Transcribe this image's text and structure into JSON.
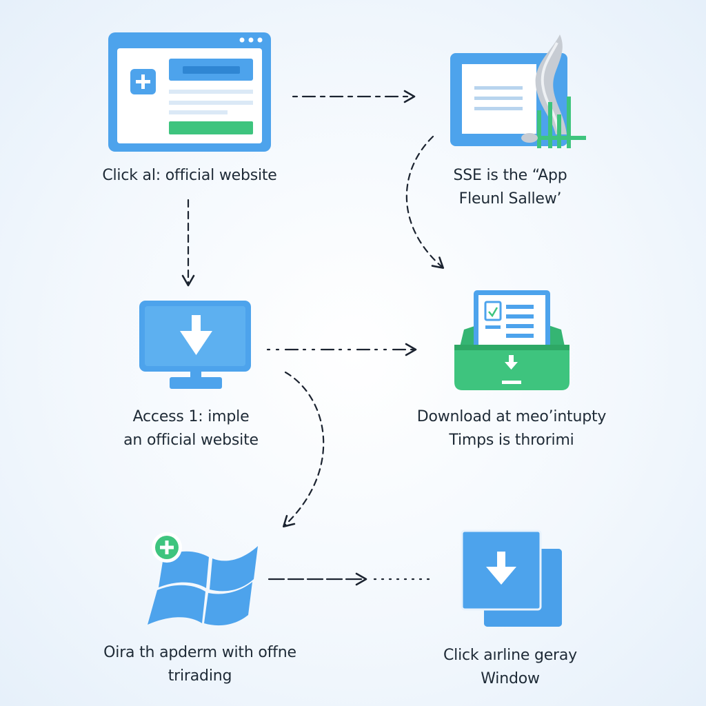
{
  "colors": {
    "blue": "#4da3ec",
    "dark_blue": "#3b8fdc",
    "green": "#3ec47e",
    "arrow": "#1b2330",
    "pale": "#eaf3fd"
  },
  "steps": [
    {
      "icon": "browser-window-icon",
      "caption": [
        "Click al: official website"
      ]
    },
    {
      "icon": "document-chart-icon",
      "caption": [
        "SSE is the “App",
        "Fleunl Sallew’"
      ]
    },
    {
      "icon": "monitor-download-icon",
      "caption": [
        "Access 1: imple",
        "an official website"
      ]
    },
    {
      "icon": "tray-download-icon",
      "caption": [
        "Download at meo’intupty",
        "Timps is throrimi"
      ]
    },
    {
      "icon": "windows-logo-icon",
      "caption": [
        "Oira th apderm with offne",
        "trirading"
      ]
    },
    {
      "icon": "stacked-download-icon",
      "caption": [
        "Click aırline geray",
        "Window"
      ]
    }
  ]
}
